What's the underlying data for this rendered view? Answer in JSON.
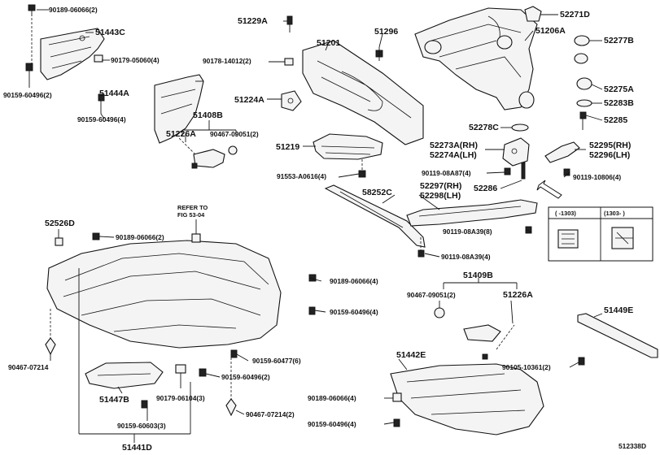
{
  "diagram": {
    "top_left": {
      "p_90189_06066": "90189-06066(2)",
      "p_51443C": "51443C",
      "p_90179_05060": "90179-05060(4)",
      "p_90159_60496_2": "90159-60496(2)",
      "p_51444A": "51444A",
      "p_90159_60496_4": "90159-60496(4)",
      "p_51408B": "51408B",
      "p_51226A": "51226A",
      "p_90467_09051": "90467-09051(2)"
    },
    "subframe": {
      "p_51229A": "51229A",
      "p_51201": "51201",
      "p_51296": "51296",
      "p_90178_14012": "90178-14012(2)",
      "p_51224A": "51224A",
      "p_51219": "51219",
      "p_91553_A0616": "91553-A0616(4)",
      "p_58252C": "58252C"
    },
    "rear": {
      "p_52271D": "52271D",
      "p_51206A": "51206A",
      "p_52277B": "52277B",
      "p_52275A": "52275A",
      "p_52283B": "52283B",
      "p_52285": "52285",
      "p_52278C": "52278C",
      "p_52273A": "52273A(RH)",
      "p_52274A": "52274A(LH)",
      "p_52295": "52295(RH)",
      "p_52296": "52296(LH)",
      "p_90119_08A87": "90119-08A87(4)",
      "p_90119_10806": "90119-10806(4)",
      "p_52286": "52286",
      "p_52297": "52297(RH)",
      "p_52298": "52298(LH)",
      "p_90119_08A39_8": "90119-08A39(8)",
      "p_90119_08A39_4": "90119-08A39(4)"
    },
    "inset": {
      "before": "( -1303)",
      "after": "(1303- )"
    },
    "undercover": {
      "p_52526D": "52526D",
      "p_90189_06066_2": "90189-06066(2)",
      "refer_1": "REFER TO",
      "refer_2": "FIG 53-04",
      "p_90189_06066_4": "90189-06066(4)",
      "p_90159_60496_4": "90159-60496(4)",
      "p_90467_07214": "90467-07214",
      "p_90159_60477": "90159-60477(6)",
      "p_90159_60496_2": "90159-60496(2)",
      "p_51447B": "51447B",
      "p_90179_06104": "90179-06104(3)",
      "p_90467_07214_2": "90467-07214(2)",
      "p_90159_60603": "90159-60603(3)",
      "p_51441D": "51441D"
    },
    "lower_right": {
      "p_51409B": "51409B",
      "p_90467_09051": "90467-09051(2)",
      "p_51226A": "51226A",
      "p_51449E": "51449E",
      "p_51442E": "51442E",
      "p_90105_10361": "90105-10361(2)",
      "p_90189_06066": "90189-06066(4)",
      "p_90159_60496": "90159-60496(4)"
    },
    "figure_id": "512338D"
  }
}
